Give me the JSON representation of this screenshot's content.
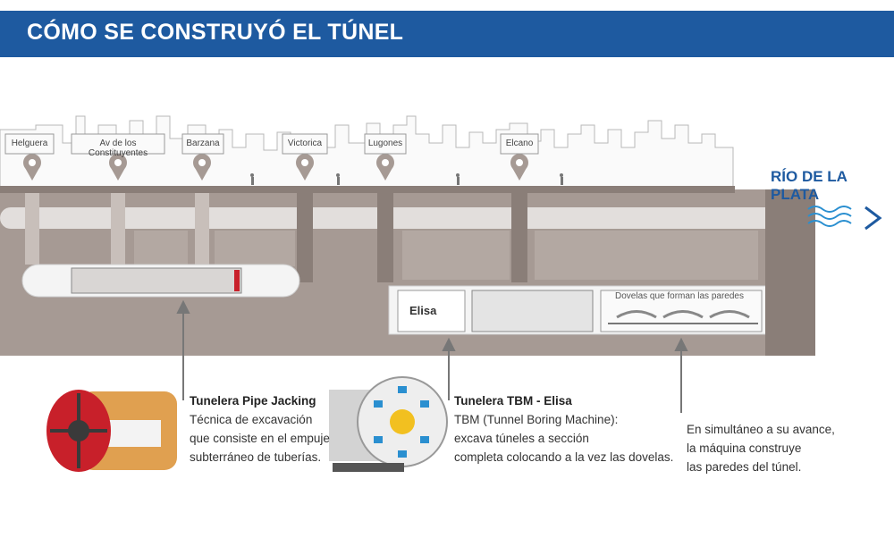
{
  "header": {
    "title": "CÓMO SE CONSTRUYÓ EL TÚNEL",
    "color": "#1e5aa0"
  },
  "stations": [
    {
      "label": "Helguera"
    },
    {
      "label": "Av de los Constituyentes"
    },
    {
      "label": "Barzana"
    },
    {
      "label": "Victorica"
    },
    {
      "label": "Lugones"
    },
    {
      "label": "Elcano"
    }
  ],
  "river": {
    "label": "RÍO DE LA PLATA"
  },
  "tbm_section": {
    "sign": "Elisa",
    "dovelas_label": "Dovelas que forman las paredes"
  },
  "captions": {
    "pipe_jacking": {
      "title": "Tunelera Pipe Jacking",
      "lines": [
        "Técnica de excavación",
        "que consiste en el empuje",
        "subterráneo de tuberías."
      ]
    },
    "tbm": {
      "title": "Tunelera TBM - Elisa",
      "lines": [
        "TBM (Tunnel Boring Machine):",
        "excava túneles a sección",
        "completa colocando a la vez las dovelas."
      ]
    },
    "walls": {
      "lines": [
        "En simultáneo a su avance,",
        "la máquina construye",
        "las paredes del túnel."
      ]
    }
  },
  "colors": {
    "ground": "#a69a94",
    "tunnel": "#ebebeb",
    "machine_red": "#c8202a",
    "machine_orange": "#e0a050"
  }
}
